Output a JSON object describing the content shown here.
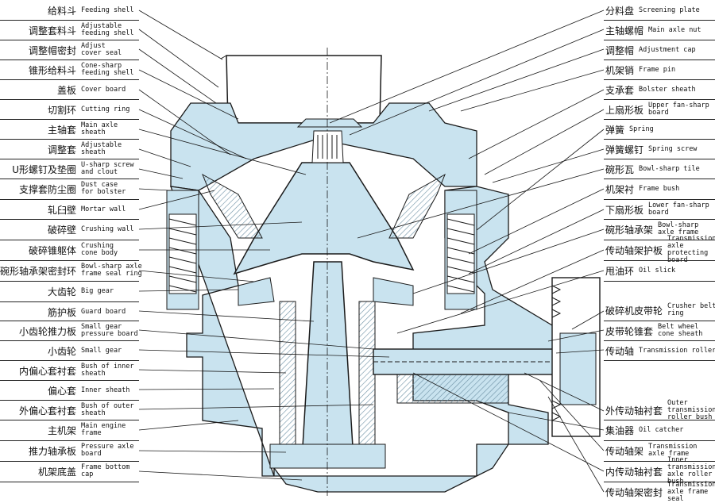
{
  "labels_left": [
    {
      "cn": "给料斗",
      "en": "Feeding shell"
    },
    {
      "cn": "调整套料斗",
      "en": "Adjustable\nfeeding shell"
    },
    {
      "cn": "调整帽密封",
      "en": "Adjust\ncover seal"
    },
    {
      "cn": "锥形给料斗",
      "en": "Cone-sharp\nfeeding shell"
    },
    {
      "cn": "盖板",
      "en": "Cover board"
    },
    {
      "cn": "切割环",
      "en": "Cutting ring"
    },
    {
      "cn": "主轴套",
      "en": "Main axle\nsheath"
    },
    {
      "cn": "调整套",
      "en": "Adjustable\nsheath"
    },
    {
      "cn": "U形螺钉及垫圈",
      "en": "U-sharp screw\nand clout"
    },
    {
      "cn": "支撑套防尘圈",
      "en": "Dust case\nfor bolster"
    },
    {
      "cn": "轧臼壁",
      "en": "Mortar wall"
    },
    {
      "cn": "破碎壁",
      "en": "Crushing wall"
    },
    {
      "cn": "破碎锥躯体",
      "en": "Crushing\ncone body"
    },
    {
      "cn": "碗形轴承架密封环",
      "en": "Bowl-sharp axle\nframe seal ring"
    },
    {
      "cn": "大齿轮",
      "en": "Big gear"
    },
    {
      "cn": "筋护板",
      "en": "Guard board"
    },
    {
      "cn": "小齿轮推力板",
      "en": "Small gear\npressure board"
    },
    {
      "cn": "小齿轮",
      "en": "Small gear"
    },
    {
      "cn": "内偏心套衬套",
      "en": "Bush of inner\nsheath"
    },
    {
      "cn": "偏心套",
      "en": "Inner sheath"
    },
    {
      "cn": "外偏心套衬套",
      "en": "Bush of outer\nsheath"
    },
    {
      "cn": "主机架",
      "en": "Main engine\nframe"
    },
    {
      "cn": "推力轴承板",
      "en": "Pressure axle\nboard"
    },
    {
      "cn": "机架底盖",
      "en": "Frame bottom\ncap"
    }
  ],
  "labels_right": [
    {
      "cn": "分料盘",
      "en": "Screening plate"
    },
    {
      "cn": "主轴螺帽",
      "en": "Main axle nut"
    },
    {
      "cn": "调整帽",
      "en": "Adjustment cap"
    },
    {
      "cn": "机架销",
      "en": "Frame pin"
    },
    {
      "cn": "支承套",
      "en": "Bolster sheath"
    },
    {
      "cn": "上扇形板",
      "en": "Upper fan-sharp\nboard"
    },
    {
      "cn": "弹簧",
      "en": "Spring"
    },
    {
      "cn": "弹簧螺钉",
      "en": "Spring screw"
    },
    {
      "cn": "碗形瓦",
      "en": "Bowl-sharp tile"
    },
    {
      "cn": "机架衬",
      "en": "Frame bush"
    },
    {
      "cn": "下扇形板",
      "en": "Lower fan-sharp\nboard"
    },
    {
      "cn": "碗形轴承架",
      "en": "Bowl-sharp\naxle frame"
    },
    {
      "cn": "传动轴架护板",
      "en": "Transmission axle\nprotecting board"
    },
    {
      "cn": "甩油环",
      "en": "Oil slick"
    },
    {
      "cn": "破碎机皮带轮",
      "en": "Crusher belt\nring"
    },
    {
      "cn": "皮带轮锥套",
      "en": "Belt wheel\ncone sheath"
    },
    {
      "cn": "传动轴",
      "en": "Transmission roller"
    },
    {
      "cn": "外传动轴衬套",
      "en": "Outer transmission\nroller bush"
    },
    {
      "cn": "集油器",
      "en": "Oil catcher"
    },
    {
      "cn": "传动轴架",
      "en": "Transmission\naxle frame"
    },
    {
      "cn": "内传动轴衬套",
      "en": "Inner transmission\naxle roller bush"
    },
    {
      "cn": "传动轴架密封",
      "en": "Transmission\naxle frame seal"
    }
  ],
  "colors": {
    "body_fill": "#c9e3ef",
    "line": "#1a1a1a",
    "hatch": "#6b8fa3"
  }
}
